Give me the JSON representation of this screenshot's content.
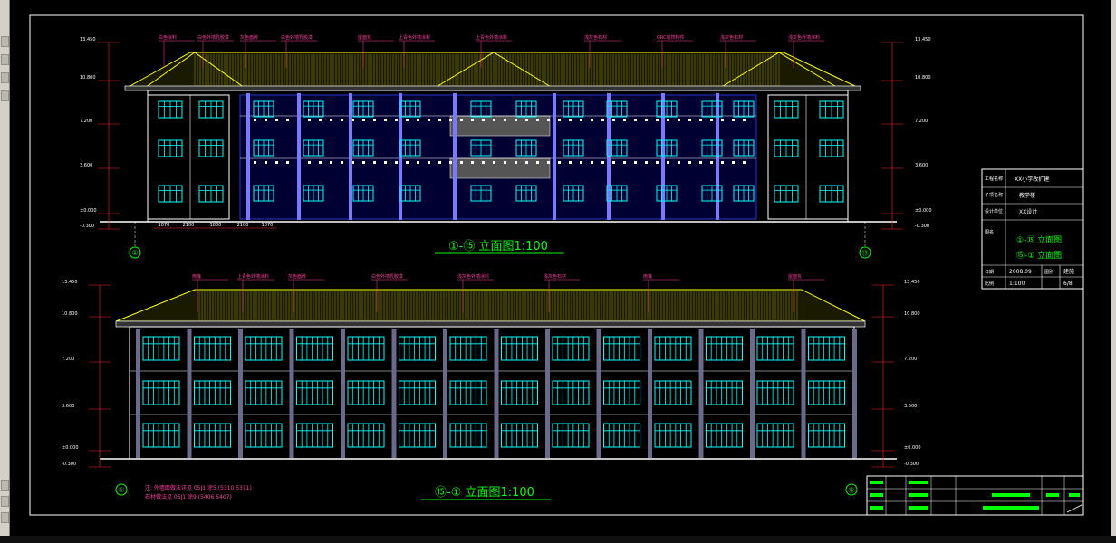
{
  "drawing": {
    "front_title": "①-⑮ 立面图1:100",
    "back_title": "⑮-① 立面图1:100",
    "front_axis_left": "①",
    "front_axis_right": "⑮",
    "back_axis_left": "①",
    "back_axis_right": "⑮",
    "front_levels": [
      "13.450",
      "10.800",
      "7.200",
      "3.600",
      "±0.000",
      "-0.300"
    ],
    "back_levels": [
      "13.450",
      "10.800",
      "7.200",
      "3.600",
      "±0.000",
      "-0.300"
    ],
    "front_level_values": [
      13.45,
      10.8,
      7.2,
      3.6,
      0.0,
      -0.3
    ],
    "front_bottom_dims": [
      "1070",
      "2100",
      "1800",
      "2100",
      "1070"
    ],
    "front_callouts": [
      "白色涂料",
      "白色外墙乳胶漆",
      "灰色面砖",
      "白色外墙乳胶漆",
      "屋面瓦",
      "上青色外墙涂料",
      "上青色外墙涂料",
      "浅灰色石材",
      "GRC装饰构件",
      "浅灰色石材",
      "浅灰色外墙涂料"
    ],
    "back_callouts": [
      "雨篷",
      "上青色外墙涂料",
      "灰色面砖",
      "白色外墙乳胶漆",
      "浅灰色外墙涂料",
      "浅灰色石材",
      "雨篷",
      "屋面瓦"
    ],
    "notes": [
      "注: 外墙面做法详见 05J1 涂5 (5310 5311)",
      "石材做法见 05J1 涂9 (5406 5407)"
    ]
  },
  "title_block": {
    "project_label": "工程名称",
    "project_value": "XX小学改扩建",
    "subitem_label": "子项名称",
    "subitem_value": "教学楼",
    "design_label": "设计单位",
    "design_value": "XX设计",
    "drawing_label": "图名",
    "drawing_names": [
      "①-⑮ 立面图",
      "⑮-① 立面图"
    ],
    "date_label": "日期",
    "date_value": "2008.09",
    "scale_label": "图别",
    "scale_value": "建施",
    "number_label": "比例",
    "number_value": "1:100",
    "sheet_value": "6/8"
  },
  "colors": {
    "background": "#000000",
    "frame": "#ffffff",
    "window": "#00ffff",
    "roof": "#ffff00",
    "wall": "#ffffff",
    "callout": "#ff3fa0",
    "column": "#7a7aff",
    "dimension": "#ff2020",
    "title": "#00ff00"
  }
}
